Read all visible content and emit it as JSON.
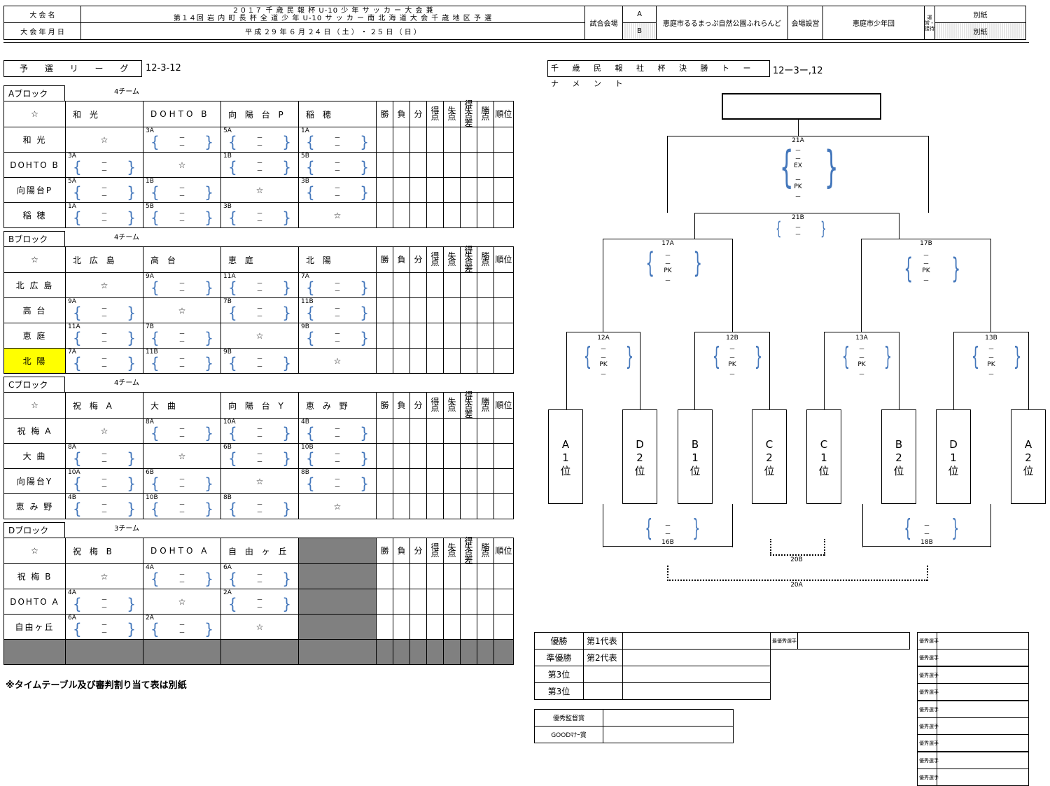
{
  "header": {
    "name_label": "大 会 名",
    "name_line1": "２０１７ 千 歳 民 報 杯 U-10 少 年 サ ッ カ ー 大 会 兼",
    "name_line2": "第１４回 岩 内 町 長 杯 全 道 少 年 U-10 サ ッ カ ー 南 北 海 道 大 会 千 歳 地 区 予 選",
    "date_label": "大 会 年 月 日",
    "date_value": "平 成 ２９ 年 ６ 月 ２４ 日 （ 土 ） ・ ２５ 日 （ 日 ）",
    "venue_label": "試合会場",
    "venue_a": "A",
    "venue_b": "B",
    "venue_name": "恵庭市るるまっぷ自然公園ふれらんど",
    "setup_label": "会場設営",
    "setup_value": "恵庭市少年団",
    "ops_label": "運営・接待",
    "ops_value1": "別紙",
    "ops_value2": "別紙"
  },
  "league": {
    "title": "予 選 リ ー グ",
    "code": "12-3-12",
    "stat_headers": [
      "勝",
      "負",
      "分",
      "得点",
      "失点",
      "得失点差",
      "勝点",
      "順位"
    ],
    "blocks": [
      {
        "name": "Aブロック",
        "count": "4チーム",
        "teams": [
          "和 光",
          "DOHTO B",
          "向陽台P",
          "稲 穂"
        ],
        "heads": [
          "和 光",
          "DOHTO B",
          "向 陽 台 P",
          "稲 穂"
        ],
        "ids": [
          [
            "",
            "3A",
            "5A",
            "1A"
          ],
          [
            "3A",
            "",
            "1B",
            "5B"
          ],
          [
            "5A",
            "1B",
            "",
            "3B"
          ],
          [
            "1A",
            "5B",
            "3B",
            ""
          ]
        ]
      },
      {
        "name": "Bブロック",
        "count": "4チーム",
        "teams": [
          "北 広 島",
          "高 台",
          "恵 庭",
          "北 陽"
        ],
        "heads": [
          "北 広 島",
          "高 台",
          "恵 庭",
          "北 陽"
        ],
        "ids": [
          [
            "",
            "9A",
            "11A",
            "7A"
          ],
          [
            "9A",
            "",
            "7B",
            "11B"
          ],
          [
            "11A",
            "7B",
            "",
            "9B"
          ],
          [
            "7A",
            "11B",
            "9B",
            ""
          ]
        ]
      },
      {
        "name": "Cブロック",
        "count": "4チーム",
        "teams": [
          "祝 梅 A",
          "大 曲",
          "向陽台Y",
          "恵 み 野"
        ],
        "heads": [
          "祝 梅 A",
          "大 曲",
          "向 陽 台 Y",
          "恵 み 野"
        ],
        "ids": [
          [
            "",
            "8A",
            "10A",
            "4B"
          ],
          [
            "8A",
            "",
            "6B",
            "10B"
          ],
          [
            "10A",
            "6B",
            "",
            "8B"
          ],
          [
            "4B",
            "10B",
            "8B",
            ""
          ]
        ]
      },
      {
        "name": "Dブロック",
        "count": "3チーム",
        "teams": [
          "祝 梅 B",
          "DOHTO A",
          "自由ヶ丘"
        ],
        "heads": [
          "祝 梅 B",
          "DOHTO A",
          "自 由 ヶ 丘"
        ],
        "ids": [
          [
            "",
            "4A",
            "6A"
          ],
          [
            "4A",
            "",
            "2A"
          ],
          [
            "6A",
            "2A",
            ""
          ]
        ]
      }
    ],
    "star": "☆",
    "dash": "－",
    "note": "※タイムテーブル及び審判割り当て表は別紙"
  },
  "tournament": {
    "title": "千 歳 民 報 社 杯 決 勝 ト ー ナ メ ン ト",
    "code": "12ー3ー,12",
    "seeds": [
      "A\n1\n位",
      "D\n2\n位",
      "B\n1\n位",
      "C\n2\n位",
      "C\n1\n位",
      "B\n2\n位",
      "D\n1\n位",
      "A\n2\n位"
    ],
    "matches": {
      "m21A": "21A",
      "m21B": "21B",
      "m17A": "17A",
      "m17B": "17B",
      "m12A": "12A",
      "m12B": "12B",
      "m13A": "13A",
      "m13B": "13B",
      "m16B": "16B",
      "m18B": "18B",
      "m20B": "20B",
      "m20A": "20A"
    },
    "ex": "EX",
    "pk": "PK"
  },
  "results": {
    "rows": [
      [
        "優勝",
        "第1代表"
      ],
      [
        "準優勝",
        "第2代表"
      ],
      [
        "第3位",
        ""
      ],
      [
        "第3位",
        ""
      ]
    ],
    "best_player": "最優秀選手",
    "good_player": "優秀選手",
    "awards": [
      "優秀監督賞",
      "GOODﾏﾅｰ賞"
    ]
  },
  "colors": {
    "highlight": "#ffff00",
    "gray": "#808080",
    "bracket_blue": "#4477bb"
  }
}
